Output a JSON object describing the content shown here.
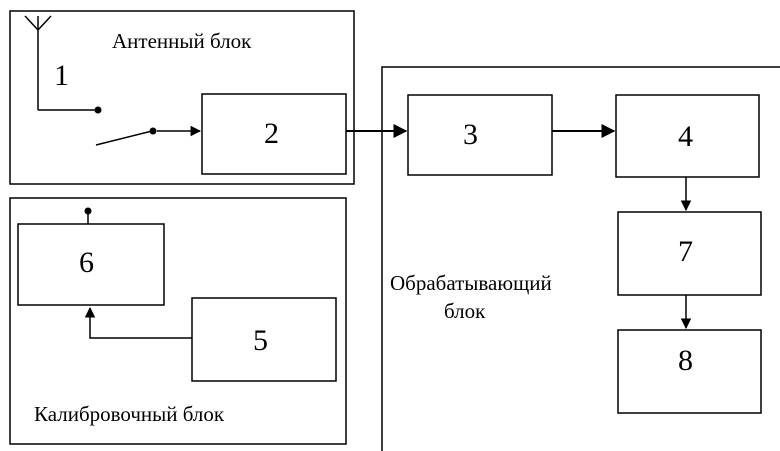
{
  "groups": {
    "antenna": {
      "label": "Антенный блок"
    },
    "calibration": {
      "label": "Калибровочный блок"
    },
    "processing": {
      "label_line1": "Обрабатывающий",
      "label_line2": "блок"
    }
  },
  "blocks": {
    "b1": "1",
    "b2": "2",
    "b3": "3",
    "b4": "4",
    "b5": "5",
    "b6": "6",
    "b7": "7",
    "b8": "8"
  },
  "colors": {
    "line": "#000000",
    "background": "#ffffff"
  }
}
